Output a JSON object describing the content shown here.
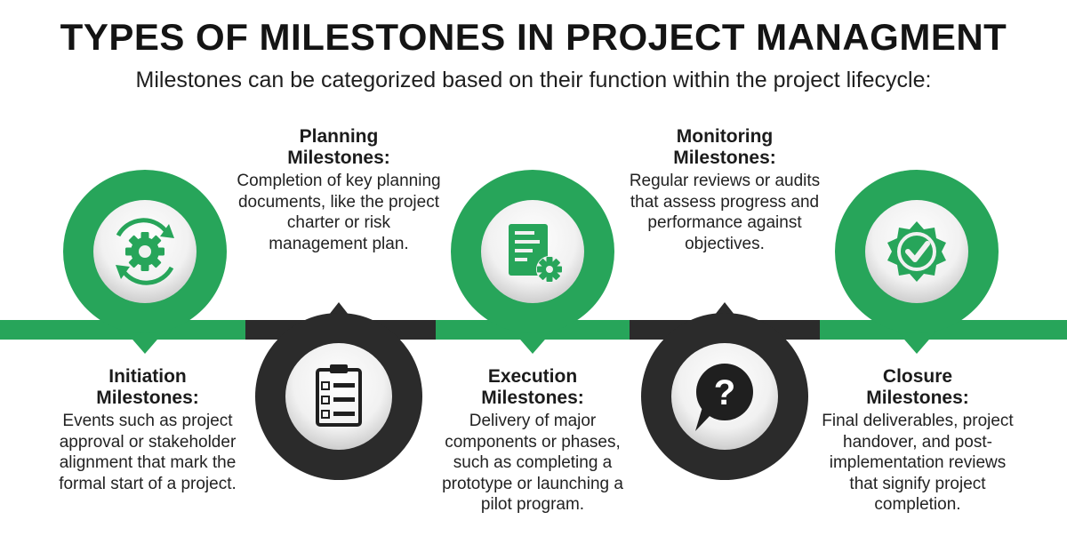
{
  "title": "TYPES OF MILESTONES IN PROJECT MANAGMENT",
  "subtitle": "Milestones can be categorized based on their function within the project lifecycle:",
  "colors": {
    "green": "#27a55a",
    "dark": "#2b2b2b",
    "white": "#ffffff"
  },
  "milestones": [
    {
      "heading_line1": "Initiation",
      "heading_line2": "Milestones:",
      "body": "Events such as project approval or stakeholder alignment that mark the formal start of a project.",
      "icon": "gear-cycle-icon",
      "color": "green"
    },
    {
      "heading_line1": "Planning",
      "heading_line2": "Milestones:",
      "body": "Completion of key planning documents, like the project charter or risk management plan.",
      "icon": "clipboard-checklist-icon",
      "color": "dark"
    },
    {
      "heading_line1": "Execution",
      "heading_line2": "Milestones:",
      "body": "Delivery of major components or phases, such as completing a prototype or launching a pilot program.",
      "icon": "document-gear-icon",
      "color": "green"
    },
    {
      "heading_line1": "Monitoring",
      "heading_line2": "Milestones:",
      "body": "Regular reviews or audits that assess progress and performance against objectives.",
      "icon": "question-bubble-icon",
      "color": "dark"
    },
    {
      "heading_line1": "Closure",
      "heading_line2": "Milestones:",
      "body": "Final deliverables, project handover, and post-implementation reviews that signify project completion.",
      "icon": "badge-check-icon",
      "color": "green"
    }
  ]
}
